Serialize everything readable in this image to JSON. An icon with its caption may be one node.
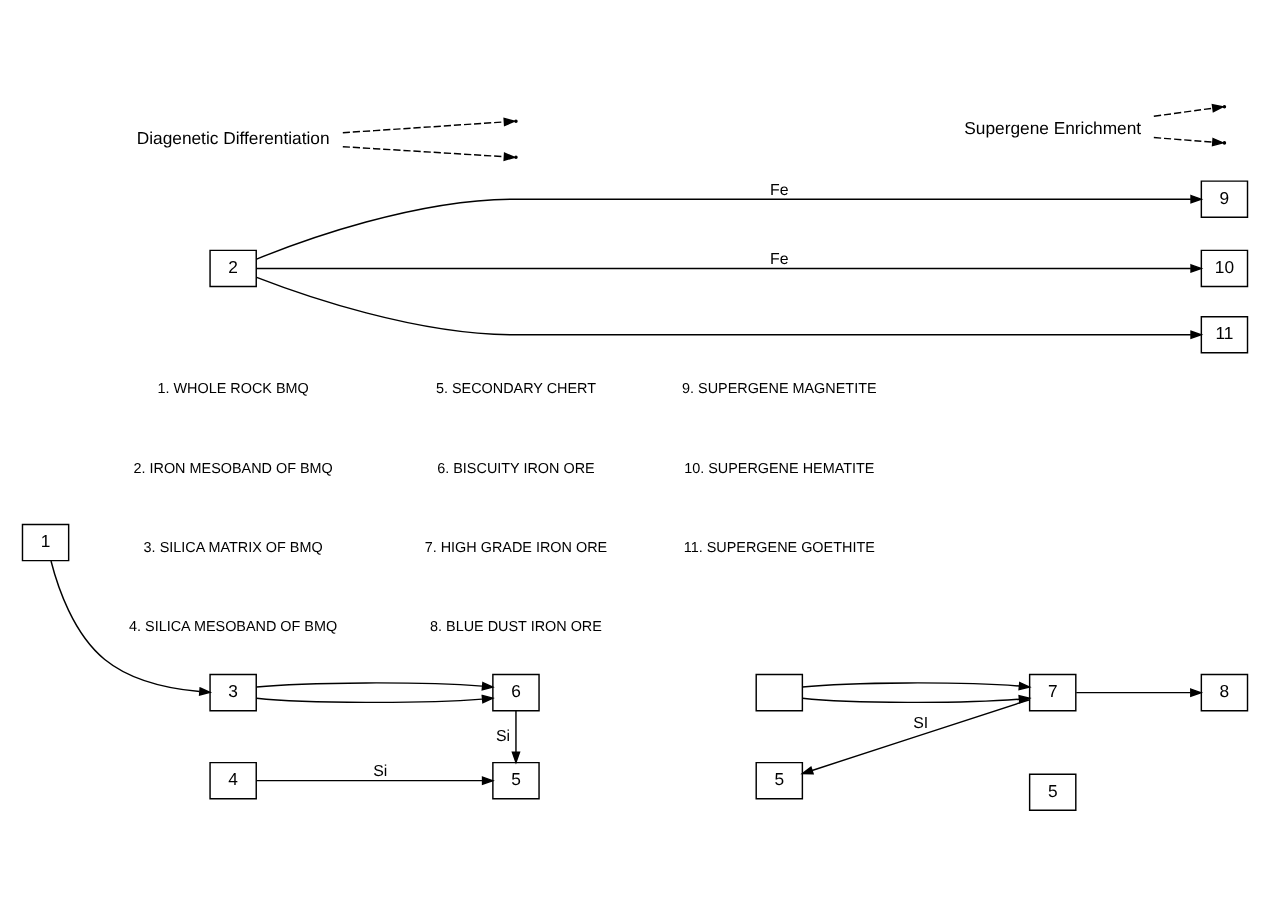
{
  "diagram": {
    "nodes": [
      {
        "text": [
          "1"
        ]
      },
      {
        "text": [
          "2"
        ]
      },
      {
        "text": [
          "3"
        ]
      },
      {
        "text": [
          "4"
        ]
      },
      {
        "text": [
          "6"
        ]
      },
      {
        "text": [],
        "shape": "box"
      },
      {
        "text": [
          "7"
        ]
      },
      {
        "text": [
          "8"
        ]
      },
      {
        "text": [
          "9"
        ]
      },
      {
        "text": [
          "10"
        ]
      },
      {
        "text": [
          "11"
        ]
      },
      {
        "text": [
          "5"
        ]
      },
      {
        "text": [
          "5"
        ]
      },
      {
        "text": [
          "5"
        ]
      },
      {
        "text": [
          "Diagenetic Differentiation"
        ]
      },
      {
        "text": [
          "Supergene Enrichment"
        ]
      }
    ],
    "edges": [
      {
        "from": 0,
        "to": 2,
        "arrow": "to"
      },
      {
        "from": 1,
        "to": 9,
        "arrow": "to",
        "label": "Fe"
      },
      {
        "from": 1,
        "to": 10,
        "arrow": "to"
      },
      {
        "from": 1,
        "to": 8,
        "arrow": "to",
        "label": "Fe"
      },
      {
        "from": 2,
        "to": 4,
        "arrow": "to"
      },
      {
        "from": 2,
        "to": 4,
        "arrow": "to"
      },
      {
        "from": 5,
        "to": 6,
        "arrow": "to"
      },
      {
        "from": 5,
        "to": 6,
        "arrow": "to"
      },
      {
        "from": 6,
        "to": 7,
        "arrow": "to"
      },
      {
        "from": 4,
        "to": 11,
        "arrow": "to",
        "label": "Si"
      },
      {
        "from": 6,
        "to": 12,
        "arrow": "to",
        "label": "SI"
      },
      {
        "from": 3,
        "to": 11,
        "arrow": "to",
        "label": "Si"
      },
      {
        "from": 14,
        "to": null,
        "arrow": "to",
        "style": "dashed"
      },
      {
        "from": 14,
        "to": null,
        "arrow": "to",
        "style": "dashed"
      },
      {
        "from": 15,
        "to": null,
        "arrow": "to",
        "style": "dashed"
      },
      {
        "from": 15,
        "to": null,
        "arrow": "to",
        "style": "dashed"
      }
    ],
    "labels": [
      "1. WHOLE ROCK BMQ",
      "5. SECONDARY CHERT",
      "9. SUPERGENE MAGNETITE",
      "2. IRON MESOBAND OF BMQ",
      "6. BISCUITY IRON ORE",
      "10. SUPERGENE HEMATITE",
      "3. SILICA MATRIX OF BMQ",
      "7. HIGH GRADE IRON ORE",
      "11. SUPERGENE GOETHITE",
      "4. SILICA MESOBAND OF BMQ",
      "8. BLUE DUST IRON ORE"
    ]
  }
}
